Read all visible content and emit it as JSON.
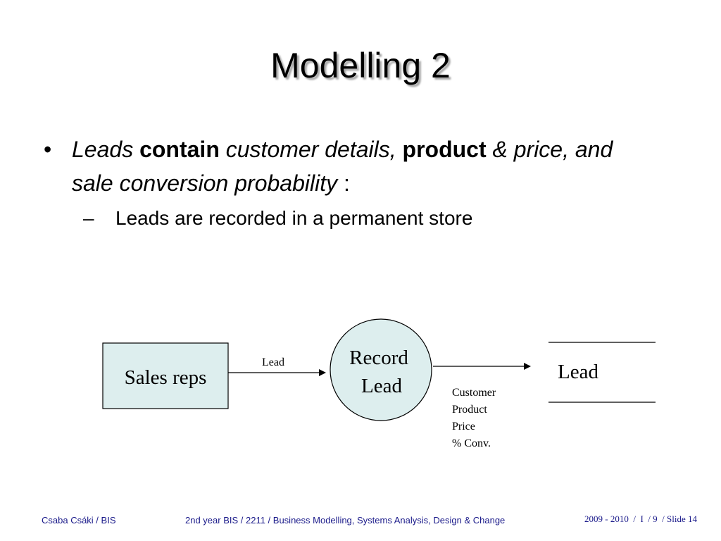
{
  "slide": {
    "title": "Modelling 2",
    "bullet": {
      "marker": "•",
      "parts": {
        "leads": "Leads",
        "contain": "contain",
        "customer_details": "customer details,",
        "product": "product",
        "amp": "&",
        "rest": "price, and sale conversion probability",
        "colon": ":"
      }
    },
    "sub_bullet": {
      "marker": "–",
      "text": "Leads are recorded in a permanent store"
    }
  },
  "diagram": {
    "entity": "Sales reps",
    "flow_in_label": "Lead",
    "process_line1": "Record",
    "process_line2": "Lead",
    "store_label": "Lead",
    "flow_out_attrs": [
      "Customer",
      "Product",
      "Price",
      "% Conv."
    ],
    "colors": {
      "box_fill": "#ddeeee",
      "circle_fill": "#ddeeee"
    }
  },
  "footer": {
    "author": "Csaba Csáki / BIS",
    "course": "2nd year BIS / 2211 / Business Modelling, Systems Analysis, Design & Change",
    "slide_info": "2009 - 2010  /  I  / 9  / Slide 14"
  }
}
